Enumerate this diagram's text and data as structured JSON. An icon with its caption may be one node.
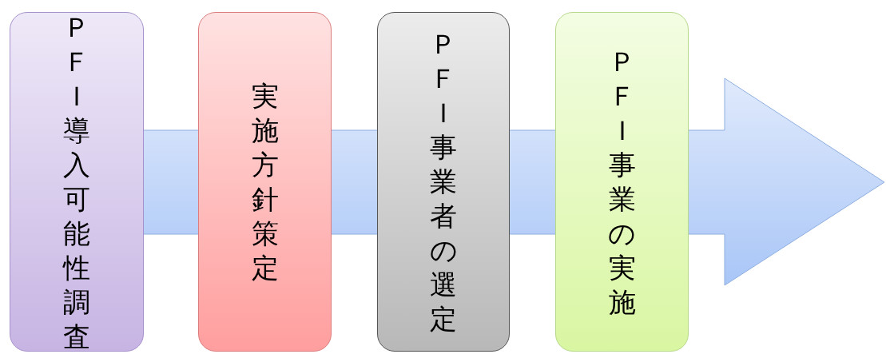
{
  "diagram": {
    "nodes": [
      {
        "text": [
          "ＰＦＩ導入可能性調査"
        ]
      },
      {
        "text": [
          "実施方針策定"
        ]
      },
      {
        "text": [
          "ＰＦＩ事業者の選定"
        ]
      },
      {
        "text": [
          "ＰＦＩ事業の実施"
        ]
      }
    ]
  }
}
